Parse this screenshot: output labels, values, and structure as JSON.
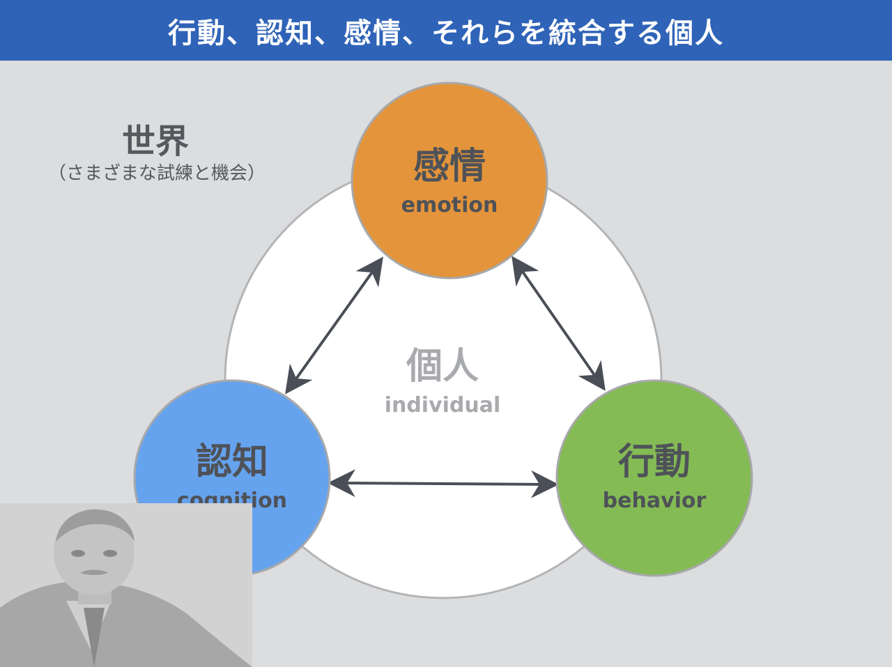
{
  "title": "行動、認知、感情、それらを統合する個人",
  "world": {
    "title": "世界",
    "subtitle": "（さまざまな試練と機会）"
  },
  "center": {
    "jp": "個人",
    "en": "individual"
  },
  "nodes": {
    "emotion": {
      "jp": "感情",
      "en": "emotion",
      "color": "#e4943a"
    },
    "cognition": {
      "jp": "認知",
      "en": "cognition",
      "color": "#66a3ee"
    },
    "behavior": {
      "jp": "行動",
      "en": "behavior",
      "color": "#84bb54"
    }
  },
  "colors": {
    "header": "#2f63b8",
    "background": "#dcdddf",
    "text": "#4e5258",
    "arrow": "#4a4e56"
  }
}
